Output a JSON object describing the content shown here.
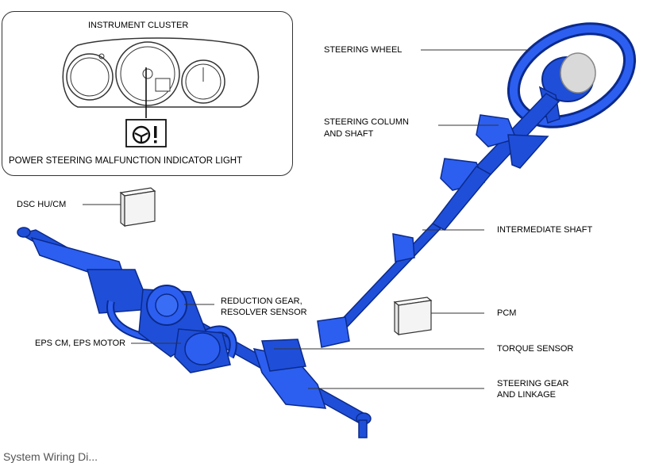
{
  "inset": {
    "title": "INSTRUMENT CLUSTER",
    "caption": "POWER STEERING MALFUNCTION INDICATOR LIGHT",
    "indicator_icon": "steering-wheel-warning-icon"
  },
  "labels": {
    "steering_wheel": "STEERING WHEEL",
    "steering_column_1": "STEERING COLUMN",
    "steering_column_2": "AND SHAFT",
    "dsc": "DSC HU/CM",
    "intermediate_shaft": "INTERMEDIATE SHAFT",
    "reduction_gear_1": "REDUCTION GEAR,",
    "reduction_gear_2": "RESOLVER SENSOR",
    "pcm": "PCM",
    "eps": "EPS CM, EPS MOTOR",
    "torque_sensor": "TORQUE SENSOR",
    "steering_gear_1": "STEERING GEAR",
    "steering_gear_2": "AND LINKAGE"
  },
  "footer": {
    "text": "System Wiring Di..."
  },
  "colors": {
    "component_blue": "#1f4fd8",
    "component_dark": "#0b2a8c",
    "module_box": "#f2f2f2",
    "leader_line": "#333333"
  }
}
